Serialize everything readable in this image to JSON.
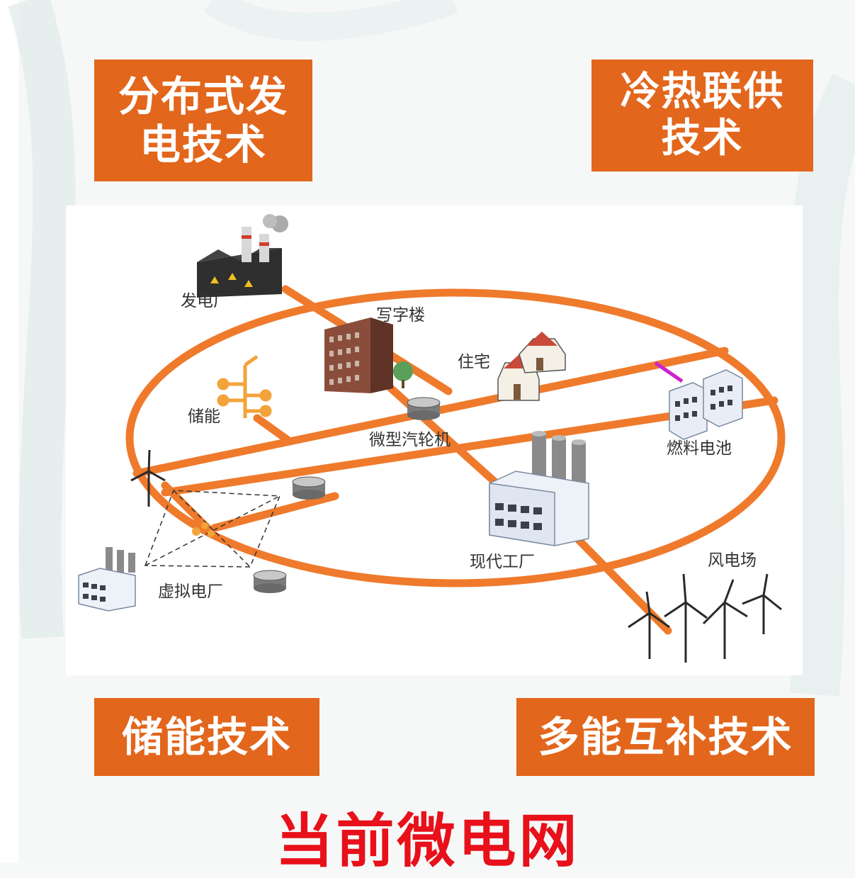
{
  "tech_boxes": {
    "top_left": "分布式发电技术",
    "top_right": "冷热联供技术",
    "bottom_left": "储能技术",
    "bottom_right": "多能互补技术"
  },
  "diagram_labels": {
    "power_plant": "发电厂",
    "office_building": "写字楼",
    "residence": "住宅",
    "energy_storage": "储能",
    "micro_turbine": "微型汽轮机",
    "fuel_cell": "燃料电池",
    "virtual_power_plant": "虚拟电厂",
    "modern_factory": "现代工厂",
    "wind_farm": "风电场"
  },
  "footer": {
    "title": "当前微电网"
  },
  "colors": {
    "accent_orange": "#e2661c",
    "footer_red": "#e8101a",
    "grid_line": "#ef7a2c"
  }
}
